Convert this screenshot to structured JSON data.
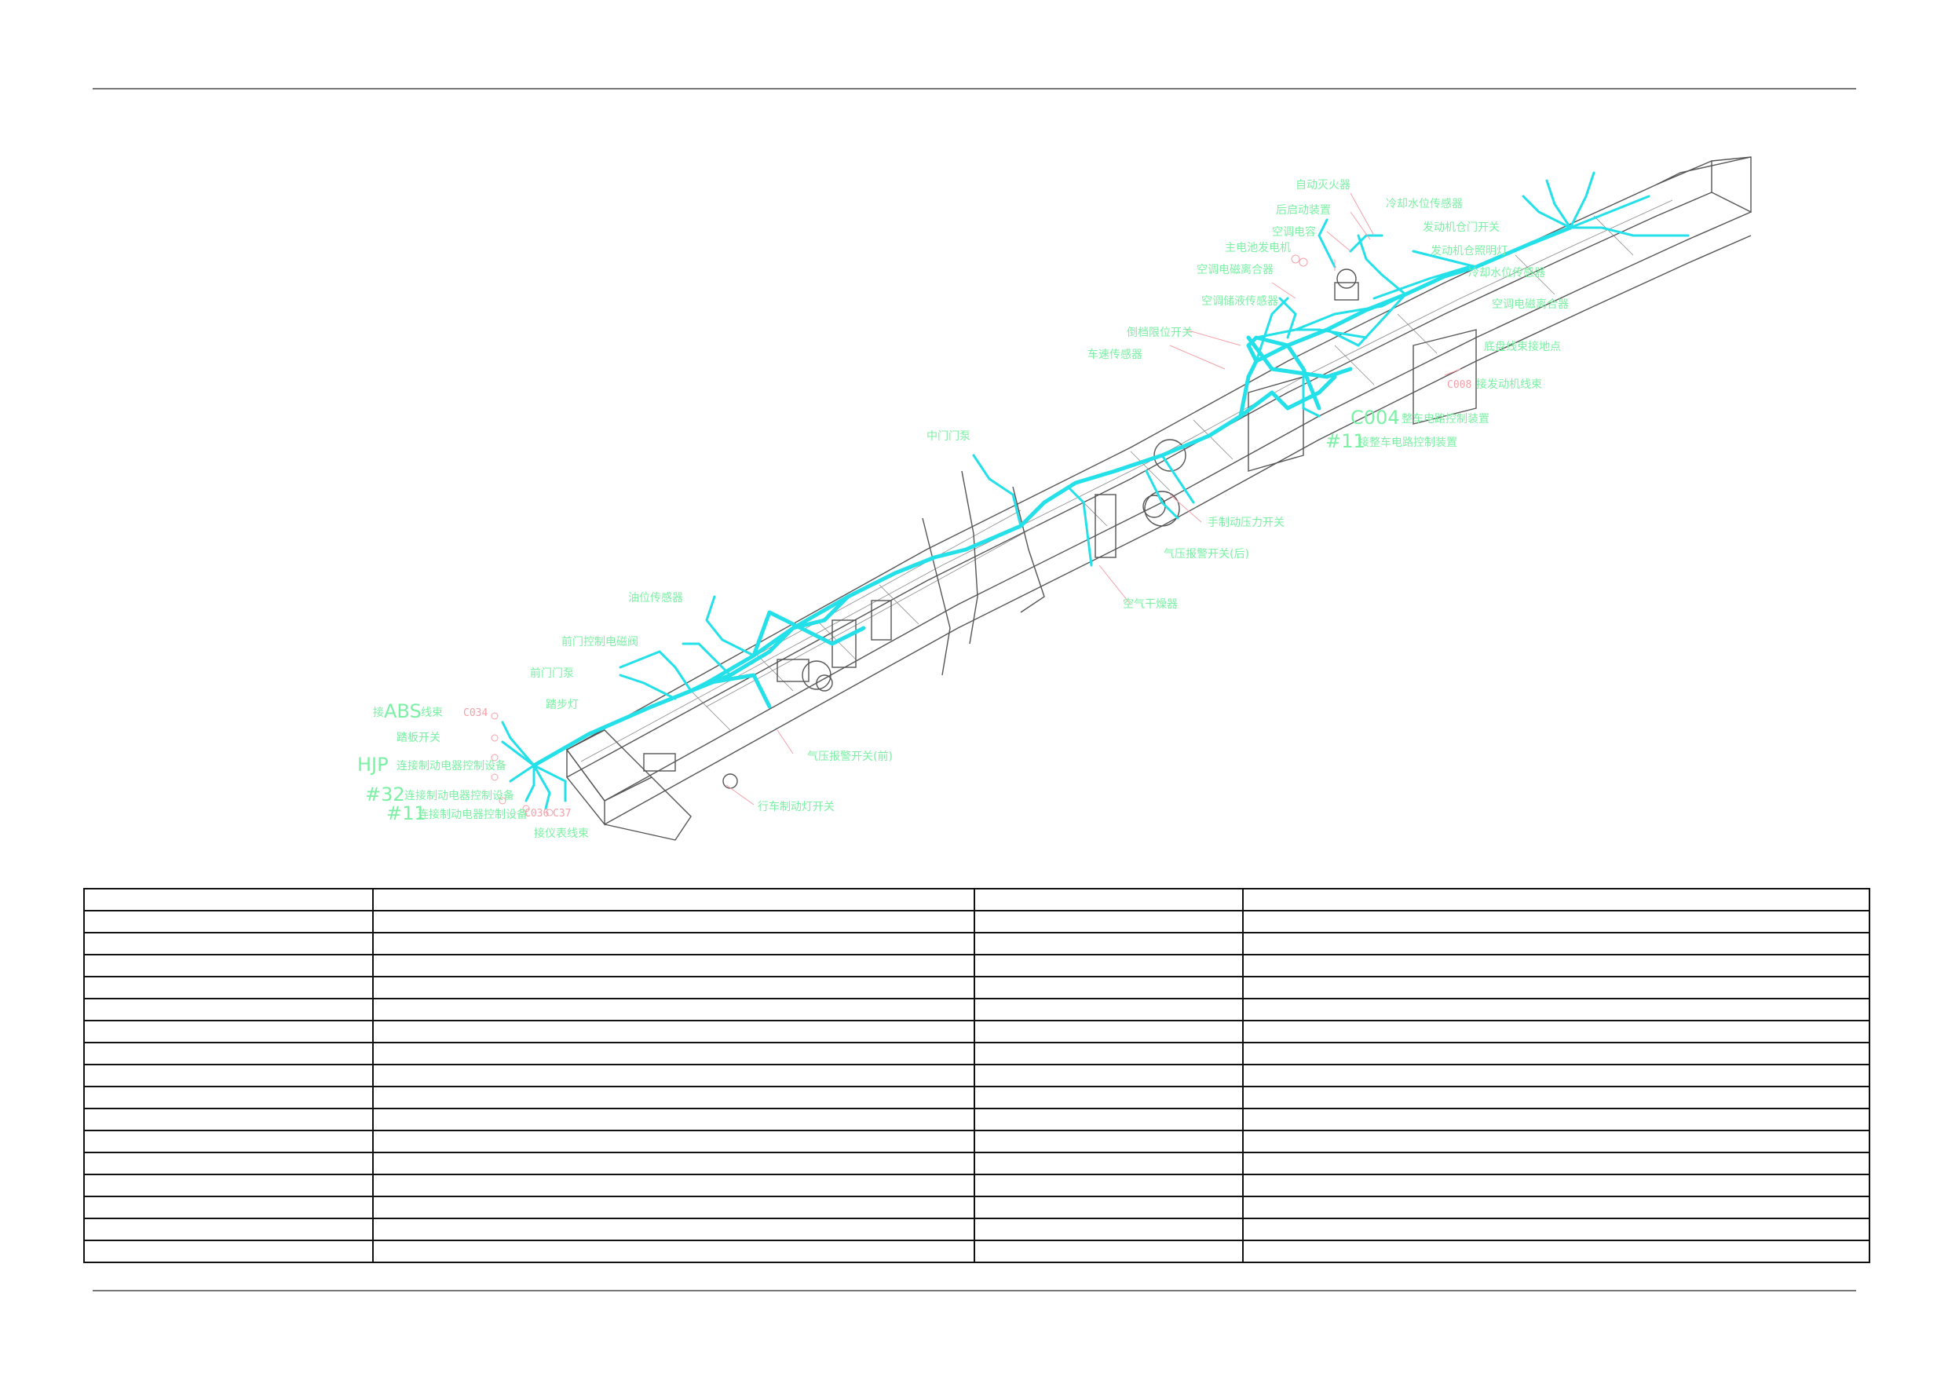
{
  "labels": {
    "auto_fire_extinguisher": "自动灭火器",
    "coolant_level_sensor_top": "冷却水位传感器",
    "rear_start_device": "后启动装置",
    "engine_cabin_door_switch": "发动机仓门开关",
    "ac_compressor": "空调电容",
    "engine_cabin_light": "发动机仓照明灯",
    "generator": "主电池发电机",
    "coolant_level_sensor": "冷却水位传感器",
    "ac_clutch": "空调电磁离合器",
    "ac_clutch_right": "空调电磁离合器",
    "ac_pressure_sensor": "空调储液传感器",
    "chassis_ground": "底盘线束接地点",
    "ramp_switch": "倒档限位开关",
    "speed_sensor": "车速传感器",
    "engine_harness": "接发动机线束",
    "c004_label": "整车电路控制装置",
    "h11_label": "接整车电路控制装置",
    "middle_door_pump": "中门门泵",
    "hand_brake_pressure_switch": "手制动压力开关",
    "air_pressure_alarm_rear": "气压报警开关(后)",
    "air_dryer": "空气干燥器",
    "oil_level_sensor": "油位传感器",
    "front_door_solenoid": "前门控制电磁阀",
    "front_door_pump": "前门门泵",
    "step_light": "踏步灯",
    "abs_harness": "接ABS线束",
    "step_switch": "踏板开关",
    "hjp_label": "连接制动电器控制设备",
    "n32_label": "连接制动电器控制设备",
    "n11_label": "连接制动电器控制设备",
    "instrument_harness": "接仪表线束",
    "air_pressure_alarm_front": "气压报警开关(前)",
    "service_brake_light_switch": "行车制动灯开关"
  },
  "codes": {
    "c004": "C004",
    "h11_right": "#11",
    "c008": "C008",
    "c034": "C034",
    "hjp": "HJP",
    "n32": "#32",
    "n11": "#11",
    "c036": "C036",
    "c037": "C37",
    "abs": "ABS"
  },
  "table": {
    "rows": [
      [
        "",
        "",
        "",
        ""
      ],
      [
        "",
        "",
        "",
        ""
      ],
      [
        "",
        "",
        "",
        ""
      ],
      [
        "",
        "",
        "",
        ""
      ],
      [
        "",
        "",
        "",
        ""
      ],
      [
        "",
        "",
        "",
        ""
      ],
      [
        "",
        "",
        "",
        ""
      ],
      [
        "",
        "",
        "",
        ""
      ],
      [
        "",
        "",
        "",
        ""
      ],
      [
        "",
        "",
        "",
        ""
      ],
      [
        "",
        "",
        "",
        ""
      ],
      [
        "",
        "",
        "",
        ""
      ],
      [
        "",
        "",
        "",
        ""
      ],
      [
        "",
        "",
        "",
        ""
      ],
      [
        "",
        "",
        "",
        ""
      ],
      [
        "",
        "",
        "",
        ""
      ],
      [
        "",
        "",
        "",
        ""
      ]
    ]
  },
  "colors": {
    "harness": "#24e0e8",
    "label": "#7cf0a4",
    "code": "#f4a0a8",
    "frame": "#555555"
  }
}
